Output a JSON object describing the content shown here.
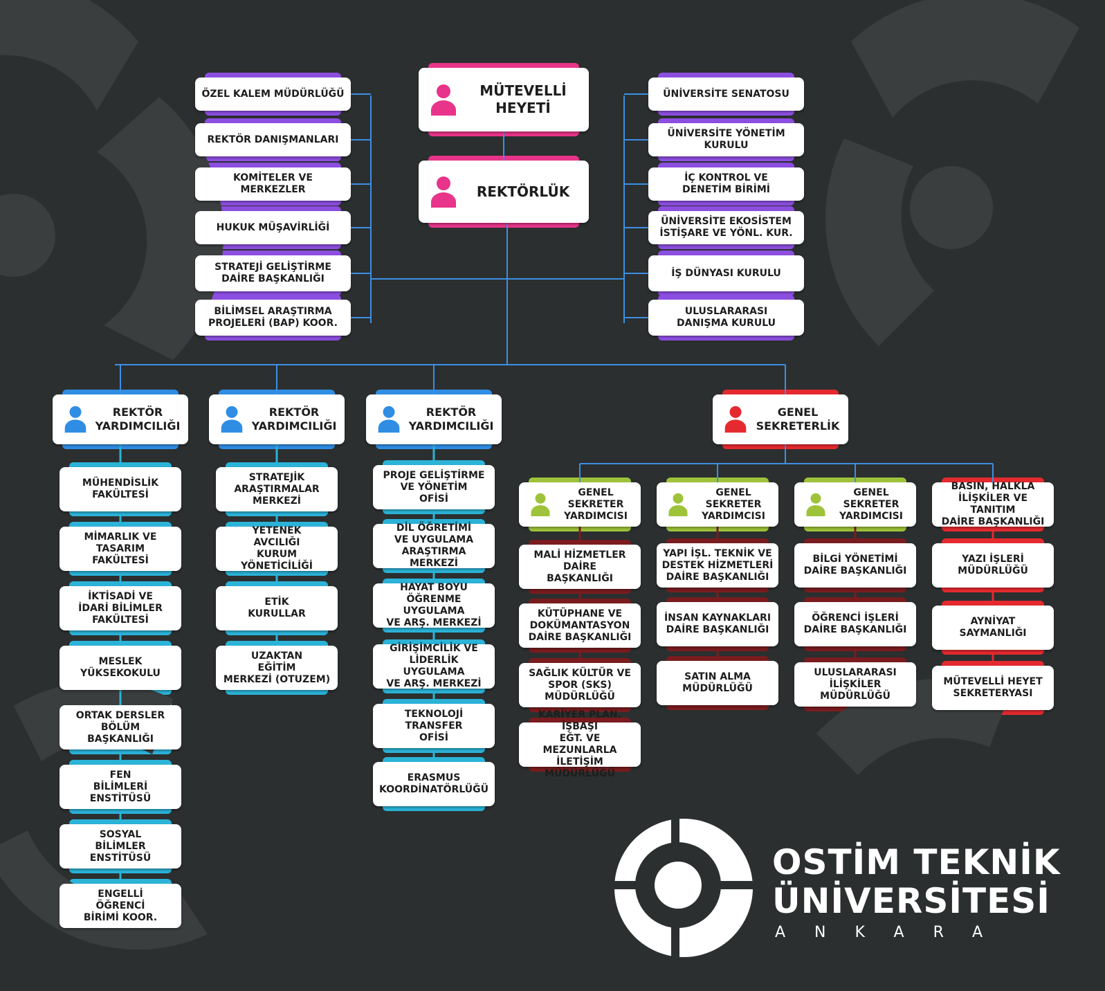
{
  "colors": {
    "background": "#2b2f2f",
    "pink": "#e8348a",
    "purple": "#8c4ee0",
    "blue": "#2f8de4",
    "cyan": "#2bb3d8",
    "red": "#e52a2f",
    "green": "#9ec33a",
    "dark_red": "#7a1c1f",
    "line": "#3d8fe6"
  },
  "top": {
    "mutevelli": "MÜTEVELLİ\nHEYETİ",
    "rektorluk": "REKTÖRLÜK"
  },
  "left_units": [
    "ÖZEL KALEM MÜDÜRLÜĞÜ",
    "REKTÖR DANIŞMANLARI",
    "KOMİTELER VE MERKEZLER",
    "HUKUK MÜŞAVİRLİĞİ",
    "STRATEJİ GELİŞTİRME\nDAİRE BAŞKANLIĞI",
    "BİLİMSEL ARAŞTIRMA\nPROJELERİ (BAP) KOOR."
  ],
  "right_units": [
    "ÜNİVERSİTE SENATOSU",
    "ÜNİVERSİTE YÖNETİM\nKURULU",
    "İÇ KONTROL VE\nDENETİM BİRİMİ",
    "ÜNİVERSİTE EKOSİSTEM\nİSTİŞARE VE YÖNL. KUR.",
    "İŞ DÜNYASI KURULU",
    "ULUSLARARASI\nDANIŞMA KURULU"
  ],
  "vice_rectors": [
    {
      "title": "REKTÖR\nYARDIMCILIĞI",
      "items": [
        "MÜHENDİSLİK\nFAKÜLTESİ",
        "MİMARLIK VE\nTASARIM\nFAKÜLTESİ",
        "İKTİSADİ VE\nİDARİ BİLİMLER\nFAKÜLTESİ",
        "MESLEK\nYÜKSEKOKULU",
        "ORTAK DERSLER\nBÖLÜM\nBAŞKANLIĞI",
        "FEN\nBİLİMLERİ\nENSTİTÜSÜ",
        "SOSYAL\nBİLİMLER\nENSTİTÜSÜ",
        "ENGELLİ\nÖĞRENCİ\nBİRİMİ KOOR."
      ]
    },
    {
      "title": "REKTÖR\nYARDIMCILIĞI",
      "items": [
        "STRATEJİK\nARAŞTIRMALAR\nMERKEZİ",
        "YETENEK\nAVCILIĞI\nKURUM YÖNETİCİLİĞİ",
        "ETİK\nKURULLAR",
        "UZAKTAN\nEĞİTİM\nMERKEZİ (OTUZEM)"
      ]
    },
    {
      "title": "REKTÖR\nYARDIMCILIĞI",
      "items": [
        "PROJE GELİŞTİRME\nVE YÖNETİM\nOFİSİ",
        "DİL ÖĞRETİMİ\nVE UYGULAMA\nARAŞTIRMA MERKEZİ",
        "HAYAT BOYU\nÖĞRENME UYGULAMA\nVE ARŞ. MERKEZİ",
        "GİRİŞİMCİLİK VE\nLİDERLİK UYGULAMA\nVE ARŞ. MERKEZİ",
        "TEKNOLOJİ\nTRANSFER\nOFİSİ",
        "ERASMUS\nKOORDİNATÖRLÜĞÜ"
      ]
    }
  ],
  "general_secretary": {
    "title": "GENEL\nSEKRETERLİK",
    "branches": [
      {
        "title": "GENEL\nSEKRETER\nYARDIMCISI",
        "items": [
          "MALİ HİZMETLER\nDAİRE\nBAŞKANLIĞI",
          "KÜTÜPHANE VE\nDOKÜMANTASYON\nDAİRE BAŞKANLIĞI",
          "SAĞLIK KÜLTÜR VE\nSPOR (SKS)\nMÜDÜRLÜĞÜ",
          "KARİYER PLAN. İŞBAŞI\nEĞT. VE MEZUNLARLA\nİLETİŞİM MÜDÜRLÜĞÜ"
        ]
      },
      {
        "title": "GENEL\nSEKRETER\nYARDIMCISI",
        "items": [
          "YAPI İŞL. TEKNİK VE\nDESTEK HİZMETLERİ\nDAİRE BAŞKANLIĞI",
          "İNSAN KAYNAKLARI\nDAİRE BAŞKANLIĞI",
          "SATIN ALMA\nMÜDÜRLÜĞÜ"
        ]
      },
      {
        "title": "GENEL\nSEKRETER\nYARDIMCISI",
        "items": [
          "BİLGİ YÖNETİMİ\nDAİRE BAŞKANLIĞI",
          "ÖĞRENCİ İŞLERİ\nDAİRE BAŞKANLIĞI",
          "ULUSLARARASI\nİLİŞKİLER\nMÜDÜRLÜĞÜ"
        ]
      },
      {
        "title": "BASIN, HALKLA\nİLİŞKİLER VE TANITIM\nDAİRE BAŞKANLIĞI",
        "items": [
          "YAZI İŞLERİ\nMÜDÜRLÜĞÜ",
          "AYNİYAT\nSAYMANLIĞI",
          "MÜTEVELLİ HEYET\nSEKRETERYASI"
        ]
      }
    ]
  },
  "logo": {
    "line1": "OSTİM TEKNİK",
    "line2": "ÜNİVERSİTESİ",
    "line3": "ANKARA"
  }
}
